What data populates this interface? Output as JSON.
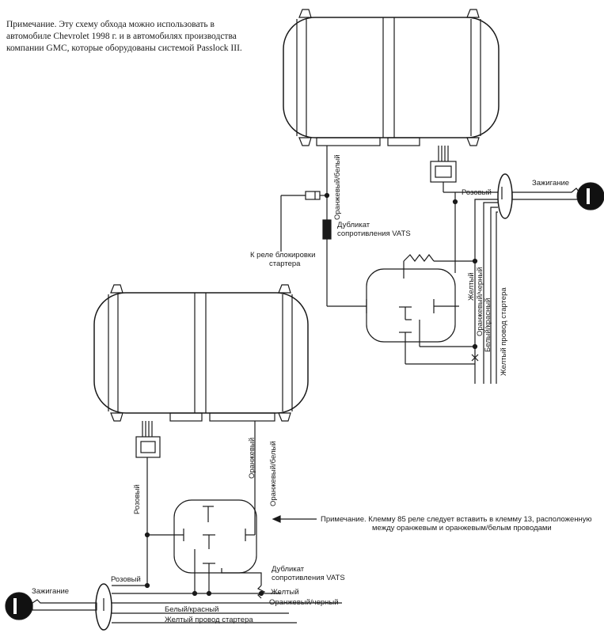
{
  "top_note": {
    "lead": "Примечание.",
    "body": "Эту схему обхода можно использовать в автомобиле Chevrolet 1998 г. и в автомобилях производства компании GMC, которые оборудованы системой Passlock III."
  },
  "diagram1": {
    "wire_orange_white": "Оранжевый/белый",
    "wire_pink": "Розовый",
    "ignition": "Зажигание",
    "vats_duplicate": [
      "Дубликат",
      "сопротивления VATS"
    ],
    "starter_relay": [
      "К реле блокировки",
      "стартера"
    ],
    "wire_yellow": "Желтый",
    "wire_orange_black": "Оранжевый/черный",
    "wire_white_red": "Белый/красный",
    "wire_starter_yellow": "Желтый провод стартера"
  },
  "diagram2": {
    "wire_orange": "Оранжевый",
    "wire_orange_white": "Оранжевый/белый",
    "wire_pink_vertical": "Розовый",
    "wire_pink": "Розовый",
    "ignition": "Зажигание",
    "note": [
      "Примечание. Клемму 85 реле следует вставить в клемму 13, расположенную",
      "между оранжевым и оранжевым/белым проводами"
    ],
    "vats_duplicate": [
      "Дубликат",
      "сопротивления VATS"
    ],
    "wire_yellow": "Желтый",
    "wire_orange_black": "Оранжевый/черный",
    "wire_white_red": "Белый/красный",
    "wire_starter_yellow": "Желтый провод стартера"
  }
}
